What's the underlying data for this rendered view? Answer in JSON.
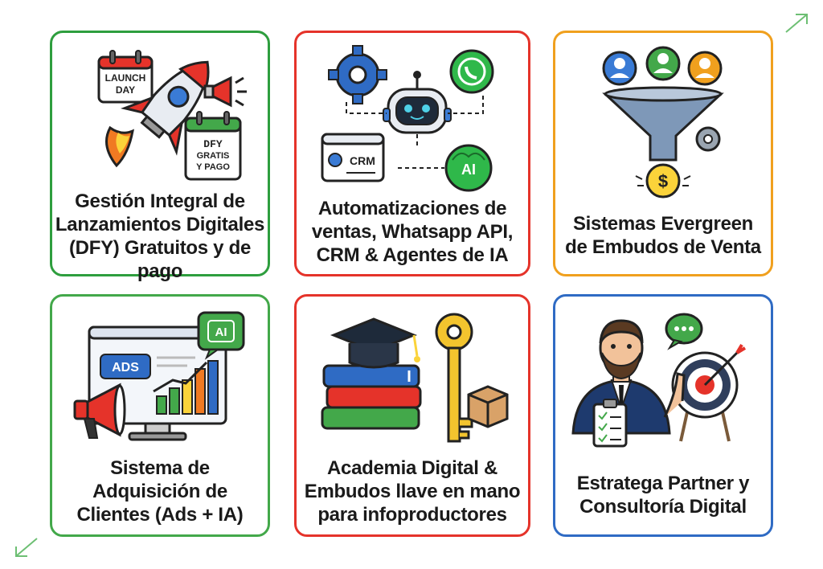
{
  "cards": [
    {
      "title_lines": [
        "Gestión Integral de",
        "Lanzamientos Digitales",
        "(DFY) Gratuitos y de pago"
      ],
      "border_color": "#2e9e3e",
      "illustration": {
        "name": "rocket-icon",
        "labels": {
          "calendar1": "LAUNCH",
          "calendar1b": "DAY",
          "calendar2": "DFY",
          "calendar2b": "GRATIS",
          "calendar2c": "Y PAGO"
        }
      }
    },
    {
      "title_lines": [
        "Automatizaciones de",
        "ventas, Whatsapp API,",
        "CRM & Agentes de IA"
      ],
      "border_color": "#e5332a",
      "illustration": {
        "name": "robot-icon",
        "labels": {
          "crm": "CRM",
          "ai": "AI"
        }
      }
    },
    {
      "title_lines": [
        "Sistemas Evergreen",
        "de Embudos de Venta"
      ],
      "border_color": "#f0a01e",
      "illustration": {
        "name": "funnel-icon",
        "labels": {
          "dollar": "$"
        }
      }
    },
    {
      "title_lines": [
        "Sistema de",
        "Adquisición de",
        "Clientes (Ads + IA)"
      ],
      "border_color": "#43a84a",
      "illustration": {
        "name": "ads-monitor-icon",
        "labels": {
          "ads": "ADS",
          "ai": "AI"
        }
      }
    },
    {
      "title_lines": [
        "Academia Digital &",
        "Embudos llave en mano",
        "para infoproductores"
      ],
      "border_color": "#e5332a",
      "illustration": {
        "name": "books-key-icon",
        "labels": {}
      }
    },
    {
      "title_lines": [
        "Estratega Partner y",
        "Consultoría Digital"
      ],
      "border_color": "#2f6bc4",
      "illustration": {
        "name": "consultant-target-icon",
        "labels": {}
      }
    }
  ],
  "colors": {
    "arrow": "#6dbf73"
  }
}
